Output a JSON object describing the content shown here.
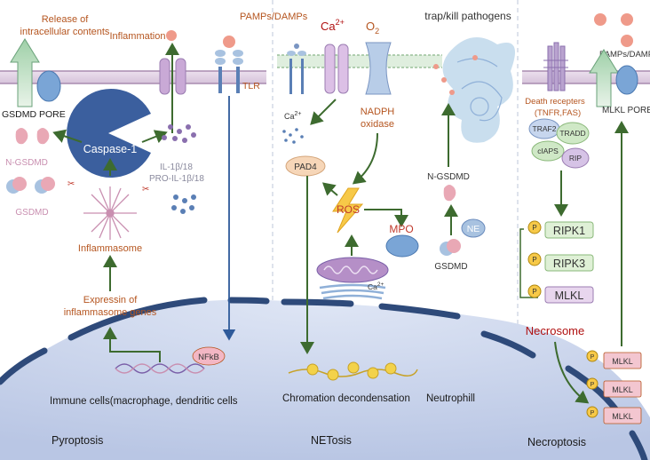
{
  "panels": {
    "pyroptosis": {
      "title": "Pyroptosis",
      "release": [
        "Release of",
        "intracellular contents"
      ],
      "inflammation": "Inflammation",
      "gsdmd_pore": "GSDMD PORE",
      "caspase": "Caspase-1",
      "n_gsdmd": "N-GSDMD",
      "gsdmd": "GSDMD",
      "il": [
        "IL-1β/18",
        "PRO-IL-1β/18"
      ],
      "inflammasome": "Inflammasome",
      "expression": [
        "Expressin of",
        "inflammasome genes"
      ],
      "nfkb": "NFkB",
      "tlr": "TLR",
      "pamps": "PAMPs/DAMPs",
      "cells": "Immune cells(macrophage, dendritic cells"
    },
    "netosis": {
      "title": "NETosis",
      "ca_top": "Ca",
      "ca_sup": "2+",
      "o2": "O",
      "o2_sub": "2",
      "ca_small": "Ca",
      "ca_small_sup": "2+",
      "nadph": [
        "NADPH",
        "oxidase"
      ],
      "pad4": "PAD4",
      "ros": "ROS",
      "mpo": "MPO",
      "ca_mito": "Ca",
      "ca_mito_sup": "2+",
      "chromatin": "Chromation decondensation",
      "trap": "trap/kill pathogens",
      "n_gsdmd": "N-GSDMD",
      "ne": "NE",
      "gsdmd": "GSDMD",
      "neutrophil": "Neutrophill"
    },
    "necroptosis": {
      "title": "Necroptosis",
      "pamps": "PAMPs/DAMPs",
      "mlkl_pore": "MLKL PORE",
      "death": [
        "Death recepters",
        "(TNFR,FAS)"
      ],
      "traf2": "TRAF2",
      "tradd": "TRADD",
      "ciaps": "cIAPS",
      "rip": "RIP",
      "p": "P",
      "ripk1": "RIPK1",
      "ripk3": "RIPK3",
      "mlkl": "MLKL",
      "necrosome": "Necrosome",
      "mlkl_small": [
        "MLKL",
        "MLKL",
        "MLKL"
      ]
    }
  },
  "colors": {
    "membrane": "#d9c6dc",
    "membrane_line": "#a98bb0",
    "arrow": "#3d6b2f",
    "label_brown": "#b5551f",
    "nucleus": "#c9d4ec",
    "nucleus_line": "#2e4a7a"
  }
}
